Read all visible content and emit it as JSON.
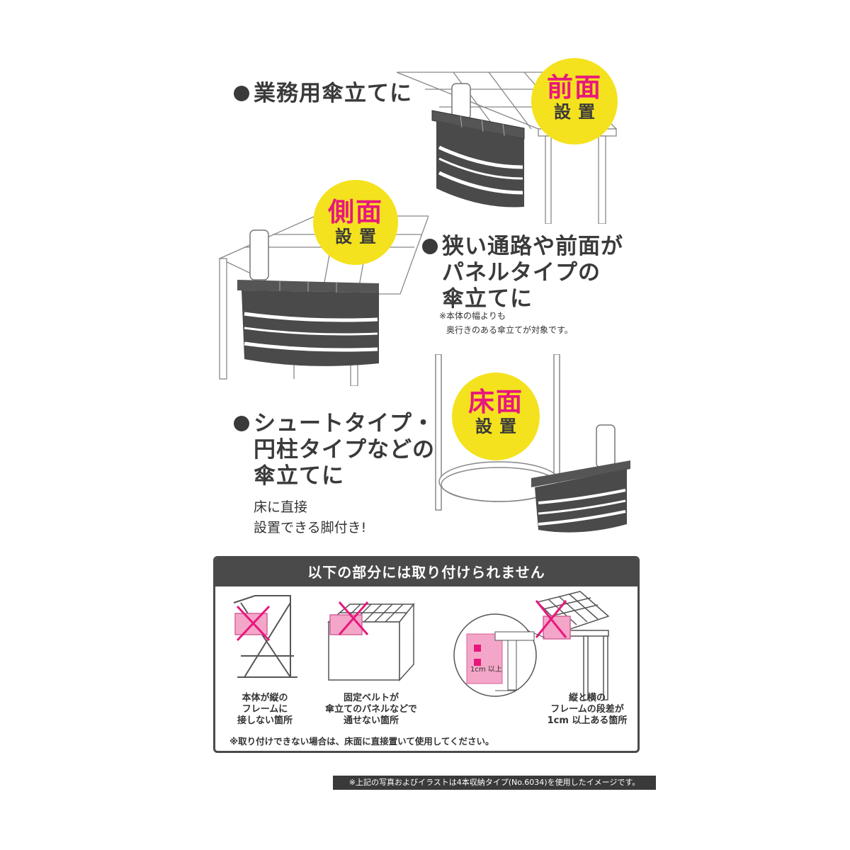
{
  "sections": {
    "front": {
      "title": "業務用傘立てに",
      "badge_main": "前面",
      "badge_sub": "設置"
    },
    "side": {
      "lines": [
        "狭い通路や前面が",
        "パネルタイプの",
        "傘立てに"
      ],
      "badge_main": "側面",
      "badge_sub": "設置",
      "notes": [
        "※本体の幅よりも",
        "奥行きのある傘立てが対象です。"
      ]
    },
    "floor": {
      "lines": [
        "シュートタイプ・",
        "円柱タイプなどの",
        "傘立てに"
      ],
      "badge_main": "床面",
      "badge_sub": "設置",
      "subtext": [
        "床に直接",
        "設置できる脚付き!"
      ]
    }
  },
  "warning": {
    "title": "以下の部分には取り付けられません",
    "cases": [
      {
        "caption": [
          "本体が縦の",
          "フレームに",
          "接しない箇所"
        ]
      },
      {
        "caption": [
          "固定ベルトが",
          "傘立てのパネルなどで",
          "通せない箇所"
        ]
      },
      {
        "caption": [
          "縦と横の",
          "フレームの段差が",
          "1cm 以上ある箇所"
        ],
        "measure": "1cm 以上"
      }
    ],
    "footnote": "※取り付けできない場合は、床面に直接置いて使用してください。"
  },
  "credit": "※上記の写真およびイラストは4本収納タイプ(No.6034)を使用したイメージです。",
  "colors": {
    "dark": "#3a3a3a",
    "yellow": "#f4e21e",
    "pink": "#e8177d",
    "pink_light": "#f4a6c8"
  }
}
